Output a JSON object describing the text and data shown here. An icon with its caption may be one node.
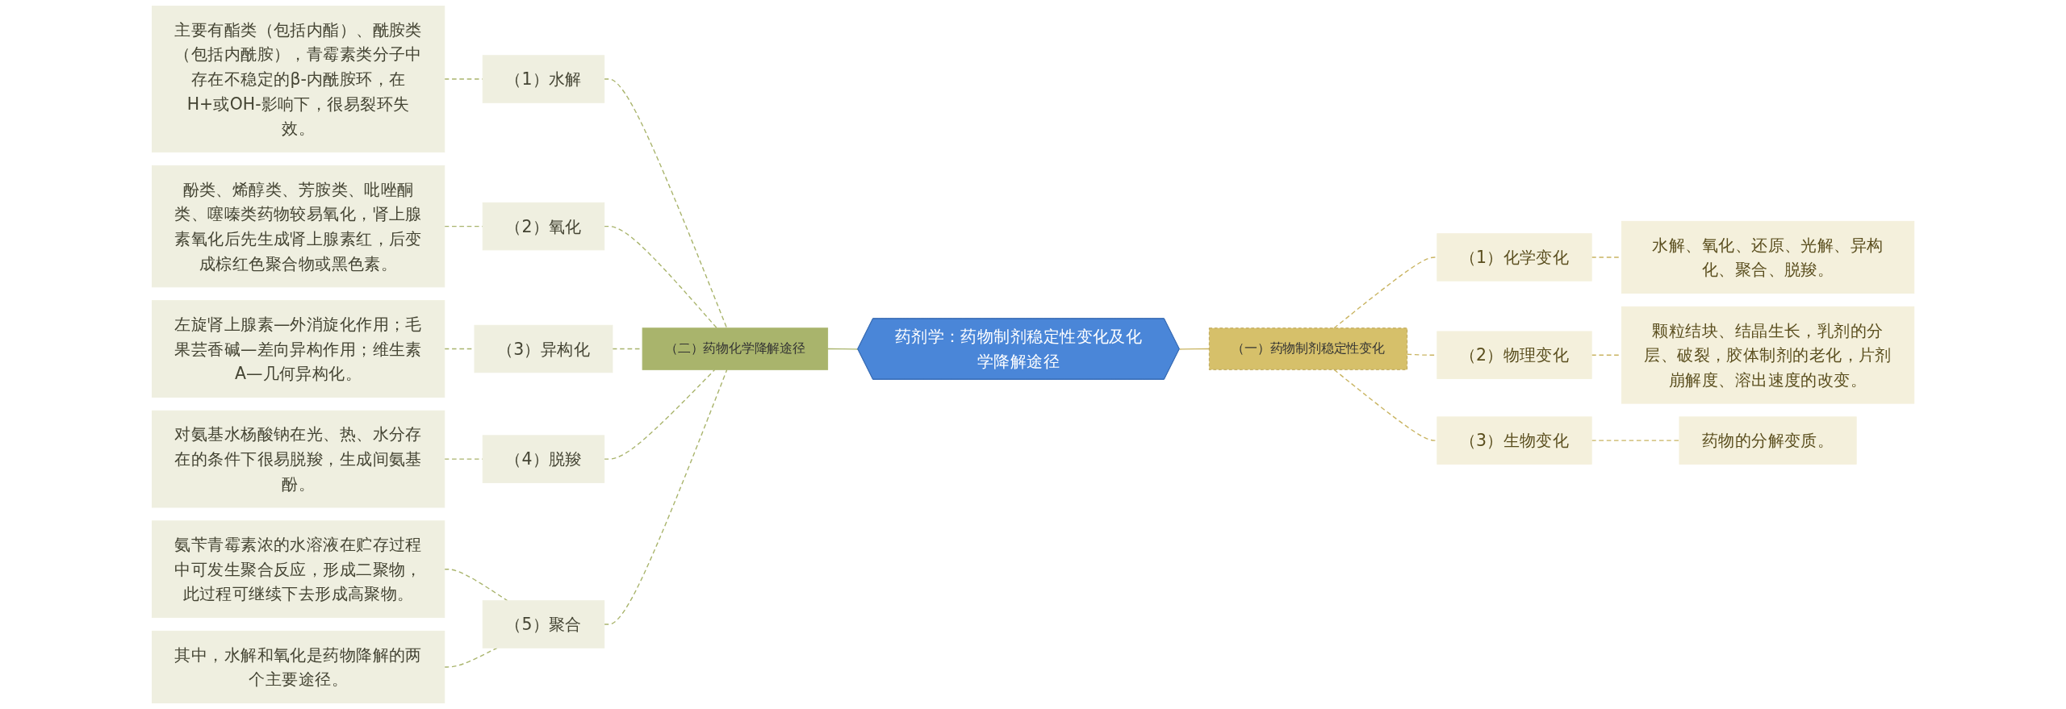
{
  "diagram": {
    "nodes": [
      {
        "text": [
          "药剂学：药物制剂稳定性变化及化学降解途径"
        ]
      },
      {
        "text": [
          "（二）药物化学降解途径"
        ]
      },
      {
        "text": [
          "（1）水解"
        ]
      },
      {
        "text": [
          "主要有酯类（包括内酯）、酰胺类（包括内酰胺），青霉素类分子中存在不稳定的β-内酰胺环，在H+或OH-影响下，很易裂环失效。"
        ]
      },
      {
        "text": [
          "（2）氧化"
        ]
      },
      {
        "text": [
          "酚类、烯醇类、芳胺类、吡唑酮类、噻嗪类药物较易氧化，肾上腺素氧化后先生成肾上腺素红，后变成棕红色聚合物或黑色素。"
        ]
      },
      {
        "text": [
          "（3）异构化"
        ]
      },
      {
        "text": [
          "左旋肾上腺素—外消旋化作用；毛果芸香碱—差向异构作用；维生素A—几何异构化。"
        ]
      },
      {
        "text": [
          "（4）脱羧"
        ]
      },
      {
        "text": [
          "对氨基水杨酸钠在光、热、水分存在的条件下很易脱羧，生成间氨基酚。"
        ]
      },
      {
        "text": [
          "（5）聚合"
        ]
      },
      {
        "text": [
          "氨苄青霉素浓的水溶液在贮存过程中可发生聚合反应，形成二聚物，此过程可继续下去形成高聚物。"
        ]
      },
      {
        "text": [
          "其中，水解和氧化是药物降解的两个主要途径。"
        ]
      },
      {
        "text": [
          "（一）药物制剂稳定性变化"
        ]
      },
      {
        "text": [
          "（1）化学变化"
        ]
      },
      {
        "text": [
          "水解、氧化、还原、光解、异构化、聚合、脱羧。"
        ]
      },
      {
        "text": [
          "（2）物理变化"
        ]
      },
      {
        "text": [
          "颗粒结块、结晶生长，乳剂的分层、破裂，胶体制剂的老化，片剂崩解度、溶出速度的改变。"
        ]
      },
      {
        "text": [
          "（3）生物变化"
        ]
      },
      {
        "text": [
          "药物的分解变质。"
        ]
      }
    ],
    "edges": [
      {
        "from": 0,
        "to": 1,
        "arrow": "none",
        "color": "#a9b46c"
      },
      {
        "from": 1,
        "to": 2,
        "arrow": "none",
        "style": "dashed"
      },
      {
        "from": 2,
        "to": 3,
        "arrow": "none",
        "style": "dashed"
      },
      {
        "from": 1,
        "to": 4,
        "arrow": "none",
        "style": "dashed"
      },
      {
        "from": 4,
        "to": 5,
        "arrow": "none",
        "style": "dashed"
      },
      {
        "from": 1,
        "to": 6,
        "arrow": "none",
        "style": "dashed"
      },
      {
        "from": 6,
        "to": 7,
        "arrow": "none",
        "style": "dashed"
      },
      {
        "from": 1,
        "to": 8,
        "arrow": "none",
        "style": "dashed"
      },
      {
        "from": 8,
        "to": 9,
        "arrow": "none",
        "style": "dashed"
      },
      {
        "from": 1,
        "to": 10,
        "arrow": "none",
        "style": "dashed"
      },
      {
        "from": 10,
        "to": 11,
        "arrow": "none",
        "style": "dashed"
      },
      {
        "from": 10,
        "to": 12,
        "arrow": "none",
        "style": "dashed"
      },
      {
        "from": 0,
        "to": 13,
        "arrow": "none",
        "color": "#c9b461"
      },
      {
        "from": 13,
        "to": 14,
        "arrow": "none",
        "style": "dashed",
        "color": "#c9b461"
      },
      {
        "from": 14,
        "to": 15,
        "arrow": "none",
        "style": "dashed",
        "color": "#c9b461"
      },
      {
        "from": 13,
        "to": 16,
        "arrow": "none",
        "style": "dashed",
        "color": "#c9b461"
      },
      {
        "from": 16,
        "to": 17,
        "arrow": "none",
        "style": "dashed",
        "color": "#c9b461"
      },
      {
        "from": 13,
        "to": 18,
        "arrow": "none",
        "style": "dashed",
        "color": "#c9b461"
      },
      {
        "from": 18,
        "to": 19,
        "arrow": "none",
        "style": "dashed",
        "color": "#c9b461"
      }
    ]
  }
}
